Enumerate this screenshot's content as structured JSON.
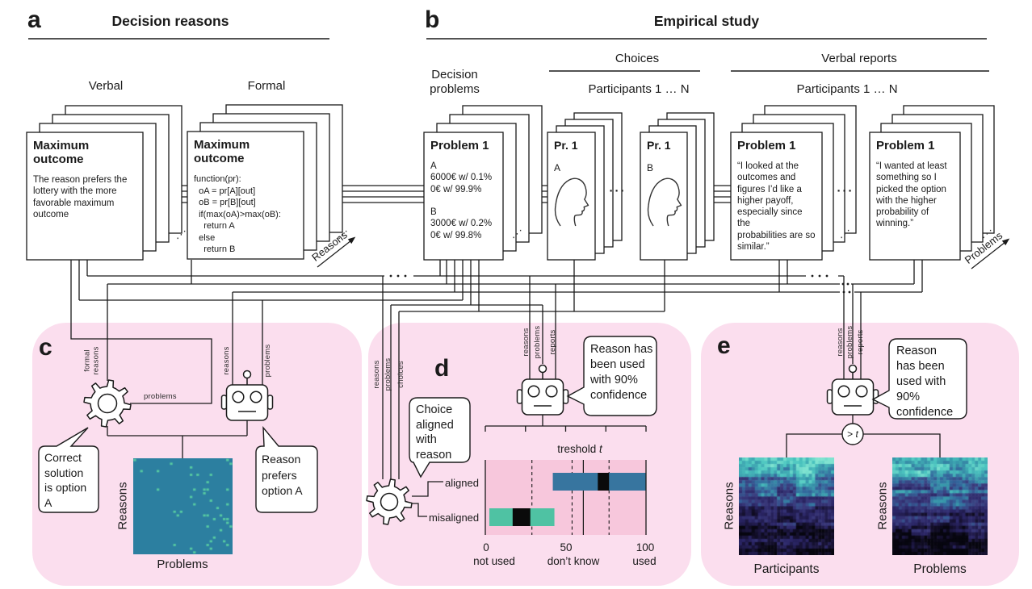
{
  "panel_a": {
    "letter": "a",
    "title": "Decision reasons",
    "verbal_header": "Verbal",
    "formal_header": "Formal",
    "verbal_card": {
      "title": "Maximum\noutcome",
      "body": "The reason prefers the\nlottery with the more\nfavorable maximum\noutcome"
    },
    "formal_card": {
      "title": "Maximum\noutcome",
      "code": "function(pr):\n  oA = pr[A][out]\n  oB = pr[B][out]\n  if(max(oA)>max(oB):\n    return A\n  else\n    return B"
    },
    "stack_axis_label": "Reasons",
    "stack_dots": "⋰"
  },
  "panel_b": {
    "letter": "b",
    "title": "Empirical study",
    "problems_header": "Decision\nproblems",
    "choices_header": "Choices",
    "choices_sub": "Participants 1 … N",
    "reports_header": "Verbal reports",
    "reports_sub": "Participants 1 … N",
    "problem_card": {
      "title": "Problem 1",
      "body": "A\n6000€ w/ 0.1%\n0€ w/ 99.9%\n\nB\n3000€ w/ 0.2%\n0€ w/ 99.8%"
    },
    "choice_card_1": {
      "title": "Pr. 1",
      "option": "A"
    },
    "choice_card_2": {
      "title": "Pr. 1",
      "option": "B"
    },
    "ellipsis": "···",
    "report_card_1": {
      "title": "Problem 1",
      "quote": "“I looked at the\noutcomes and\nfigures I’d like a\nhigher payoff,\nespecially since the\nprobabilities are so\nsimilar.”"
    },
    "report_card_2": {
      "title": "Problem 1",
      "quote": "“I wanted at least\nsomething so I\npicked the option\nwith the higher\nprobability of\nwinning.”"
    },
    "stack_axis_label": "Problems"
  },
  "panel_c": {
    "letter": "c",
    "gear_input_label": "formal\nreasons",
    "gear_side_label": "problems",
    "robot_input_label_1": "reasons",
    "robot_input_label_2": "problems",
    "gear_bubble": "Correct\nsolution\nis option\nA",
    "robot_bubble": "Reason\nprefers\noption A"
  },
  "panel_d": {
    "letter": "d",
    "gear_input_labels": [
      "reasons",
      "problems",
      "choices"
    ],
    "robot_input_labels": [
      "reasons",
      "problems",
      "reports"
    ],
    "gear_bubble": "Choice\naligned\nwith\nreason",
    "robot_bubble": "Reason has\nbeen used\nwith 90%\nconfidence"
  },
  "panel_e": {
    "letter": "e",
    "robot_input_labels": [
      "reasons",
      "problems",
      "reports"
    ],
    "robot_bubble": "Reason\nhas been\nused with\n90%\nconfidence",
    "threshold_node_prefix": ">",
    "threshold_node_var": "t"
  },
  "chart_data": [
    {
      "id": "d_reason_usage_intervals",
      "type": "bar",
      "title_prefix": "treshold",
      "title_var": "t",
      "x_range": [
        0,
        100
      ],
      "x_ticks": [
        0,
        50,
        100
      ],
      "x_tick_labels": [
        "0",
        "50",
        "100"
      ],
      "x_zone_labels": [
        "not used",
        "don’t know",
        "used"
      ],
      "ruler_ticks": [
        0,
        25,
        50,
        75,
        100
      ],
      "gridlines_dashed": [
        29,
        54,
        77
      ],
      "threshold_solid": 61,
      "series": [
        {
          "name": "aligned",
          "bar": [
            42,
            100
          ],
          "marker": [
            70,
            77
          ],
          "color": "#37759f"
        },
        {
          "name": "misaligned",
          "bar": [
            2.5,
            43
          ],
          "marker": [
            17,
            28
          ],
          "color": "#4fc2a3"
        }
      ],
      "marker_color": "#0a0a0a",
      "plot_bg": "#f7c7dc",
      "legend": "off",
      "grid": "dashed vertical"
    },
    {
      "id": "c_reason_by_problem_matrix",
      "type": "heatmap",
      "ylabel": "Reasons",
      "xlabel": "Problems",
      "rows": 26,
      "cols": 30,
      "bg_color": "#2c7fa0",
      "dot_color": "#57cba2",
      "pattern": "sparse dots, density increasing toward the right",
      "seed": 7
    },
    {
      "id": "e_reason_by_participant_matrix",
      "type": "heatmap",
      "ylabel": "Reasons",
      "xlabel": "Participants",
      "rows": 30,
      "cols": 30,
      "palette": [
        "#07060f",
        "#171233",
        "#2b2666",
        "#3a3a7c",
        "#33679c",
        "#3898ab",
        "#4cc6c0",
        "#7fe3d0"
      ],
      "pattern": "bright teal top rows fading to near-black bottom rows",
      "seed": 11
    },
    {
      "id": "e_reason_by_problem_matrix",
      "type": "heatmap",
      "ylabel": "Reasons",
      "xlabel": "Problems",
      "rows": 30,
      "cols": 30,
      "palette": [
        "#07060f",
        "#171233",
        "#2b2666",
        "#3a3a7c",
        "#33679c",
        "#3898ab",
        "#4cc6c0",
        "#7fe3d0"
      ],
      "pattern": "bright teal top rows fading to near-black bottom rows",
      "seed": 29
    }
  ]
}
